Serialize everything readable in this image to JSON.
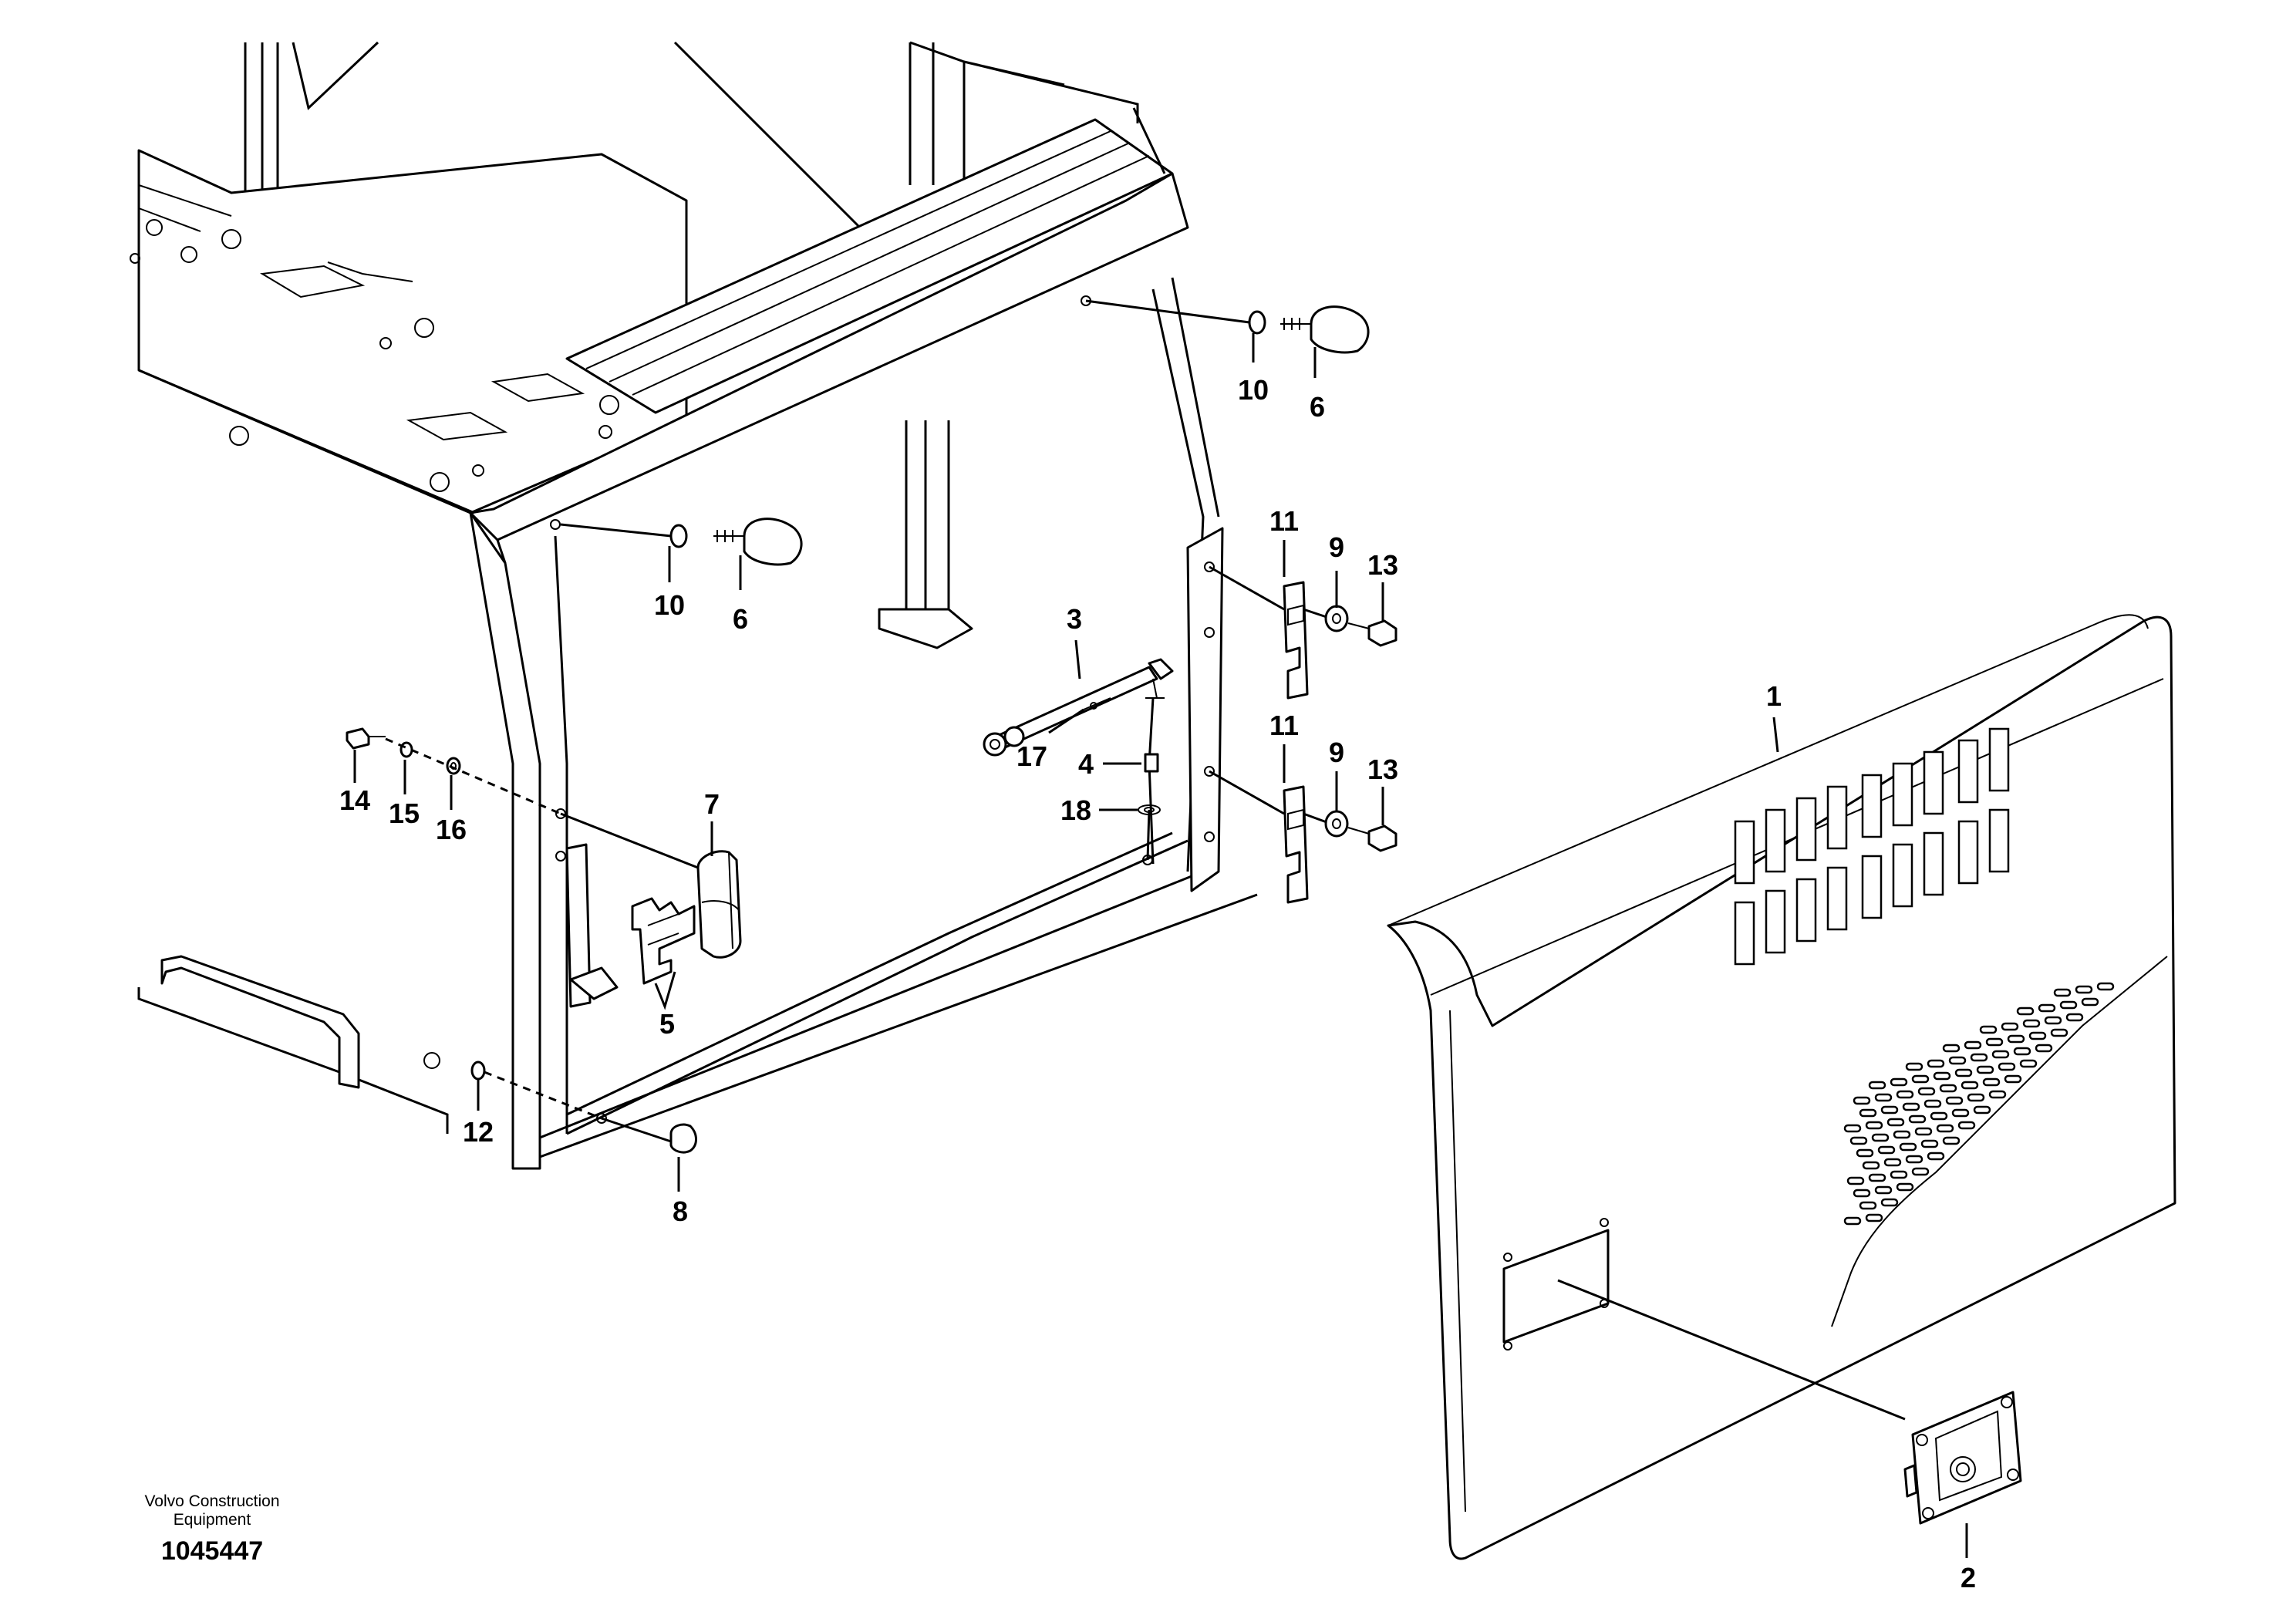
{
  "diagram": {
    "callouts": [
      {
        "id": "1",
        "text": "1"
      },
      {
        "id": "2",
        "text": "2"
      },
      {
        "id": "3",
        "text": "3"
      },
      {
        "id": "4",
        "text": "4"
      },
      {
        "id": "5",
        "text": "5"
      },
      {
        "id": "6a",
        "text": "6"
      },
      {
        "id": "6b",
        "text": "6"
      },
      {
        "id": "7",
        "text": "7"
      },
      {
        "id": "8",
        "text": "8"
      },
      {
        "id": "9a",
        "text": "9"
      },
      {
        "id": "9b",
        "text": "9"
      },
      {
        "id": "10a",
        "text": "10"
      },
      {
        "id": "10b",
        "text": "10"
      },
      {
        "id": "11a",
        "text": "11"
      },
      {
        "id": "11b",
        "text": "11"
      },
      {
        "id": "12",
        "text": "12"
      },
      {
        "id": "13a",
        "text": "13"
      },
      {
        "id": "13b",
        "text": "13"
      },
      {
        "id": "14",
        "text": "14"
      },
      {
        "id": "15",
        "text": "15"
      },
      {
        "id": "16",
        "text": "16"
      },
      {
        "id": "17",
        "text": "17"
      },
      {
        "id": "18",
        "text": "18"
      }
    ]
  },
  "footer": {
    "maker_line1": "Volvo Construction",
    "maker_line2": "Equipment",
    "drawing_number": "1045447"
  }
}
